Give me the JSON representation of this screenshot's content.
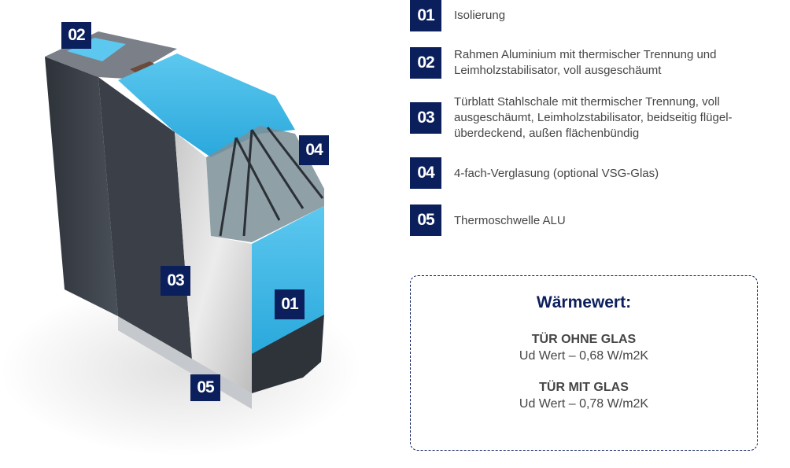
{
  "colors": {
    "badge": "#0b1f5c",
    "text": "#454545",
    "insulation": "#3fb6e4"
  },
  "illustration": {
    "badges": [
      "02",
      "04",
      "03",
      "01",
      "05"
    ]
  },
  "legend": [
    {
      "num": "01",
      "text": "Isolierung"
    },
    {
      "num": "02",
      "text": "Rahmen Aluminium mit thermischer Trennung und Leimholzstabilisator, voll ausgeschäumt"
    },
    {
      "num": "03",
      "text": "Türblatt Stahlschale mit thermischer Trennung, voll ausgeschäumt, Leimholzstabilisator, beidseitig flügel-überdeckend, außen flächenbündig"
    },
    {
      "num": "04",
      "text": "4-fach-Verglasung (optional VSG-Glas)"
    },
    {
      "num": "05",
      "text": "Thermoschwelle ALU"
    }
  ],
  "thermal": {
    "title": "Wärmewert:",
    "without_glass_label": "TÜR OHNE GLAS",
    "without_glass_value": "Ud Wert – 0,68 W/m2K",
    "with_glass_label": "TÜR MIT GLAS",
    "with_glass_value": "Ud Wert – 0,78 W/m2K"
  }
}
